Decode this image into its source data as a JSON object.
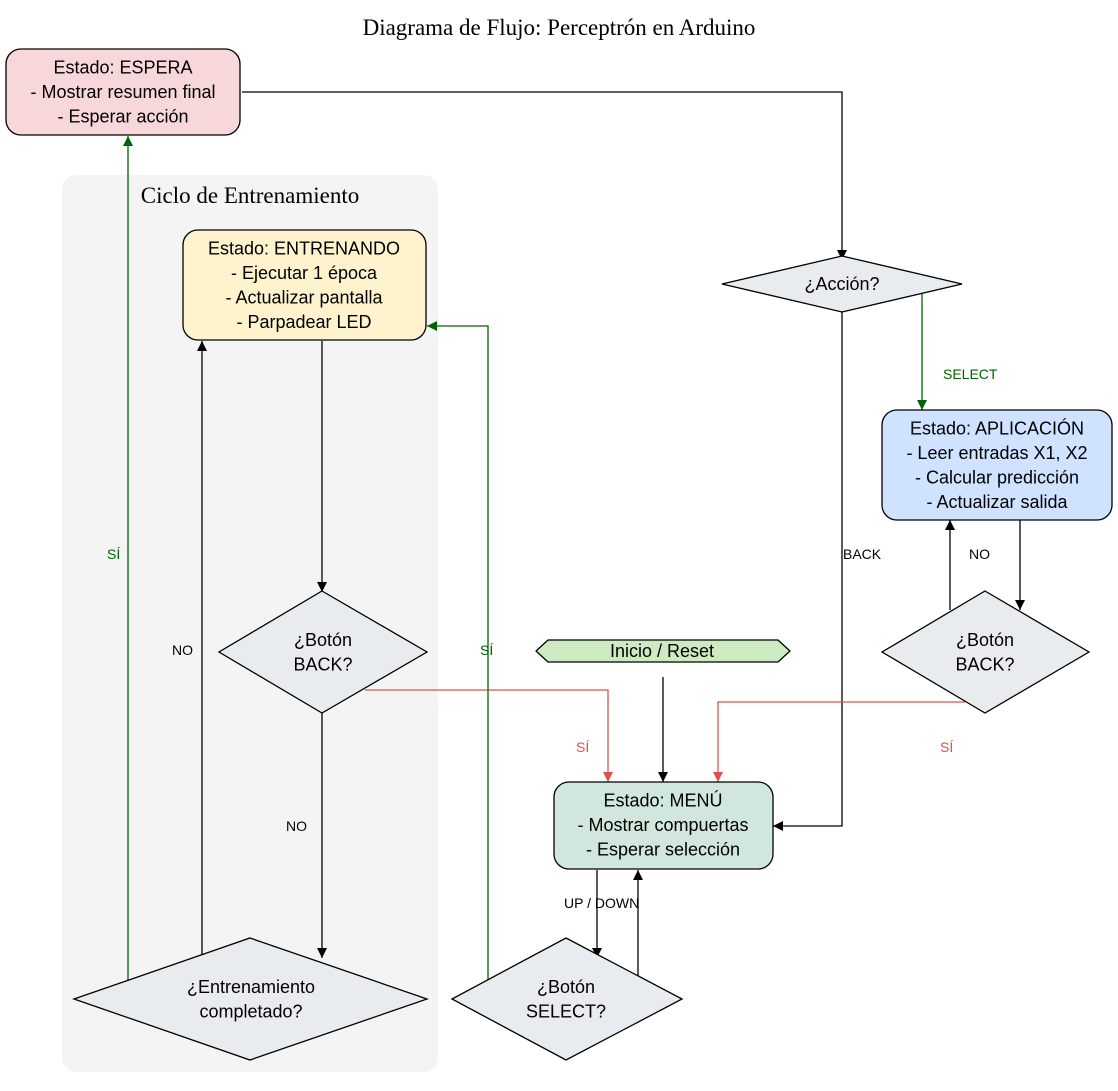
{
  "title": "Diagrama de Flujo: Perceptrón en Arduino",
  "cluster_label": "Ciclo de Entrenamiento",
  "colors": {
    "black": "#000000",
    "green": "#006400",
    "red": "#d9534f",
    "espera": "#f8d7da",
    "entrenando": "#fff3cd",
    "aplicacion": "#cfe2ff",
    "menu": "#d1e7dd",
    "inicio": "#cdeac0",
    "decision": "#e9ecef",
    "cluster": "#f4f4f4"
  },
  "nodes": {
    "espera": [
      "Estado: ESPERA",
      "- Mostrar resumen final",
      "- Esperar acción"
    ],
    "entrenando": [
      "Estado: ENTRENANDO",
      "- Ejecutar 1 época",
      "- Actualizar pantalla",
      "- Parpadear LED"
    ],
    "accion": [
      "¿Acción?"
    ],
    "aplicacion": [
      "Estado: APLICACIÓN",
      "- Leer entradas X1, X2",
      "- Calcular predicción",
      "- Actualizar salida"
    ],
    "back_train": [
      "¿Botón",
      "BACK?"
    ],
    "inicio": [
      "Inicio / Reset"
    ],
    "back_app": [
      "¿Botón",
      "BACK?"
    ],
    "menu": [
      "Estado: MENÚ",
      "- Mostrar compuertas",
      "- Esperar selección"
    ],
    "completado": [
      "¿Entrenamiento",
      "completado?"
    ],
    "select": [
      "¿Botón",
      "SELECT?"
    ]
  },
  "edge_labels": {
    "select": "SELECT",
    "back": "BACK",
    "no_app": "NO",
    "si_left": "SÍ",
    "no_loop": "NO",
    "si_train": "SÍ",
    "si_menu_left": "SÍ",
    "si_menu_right": "SÍ",
    "no_train": "NO",
    "up_down": "UP / DOWN"
  }
}
